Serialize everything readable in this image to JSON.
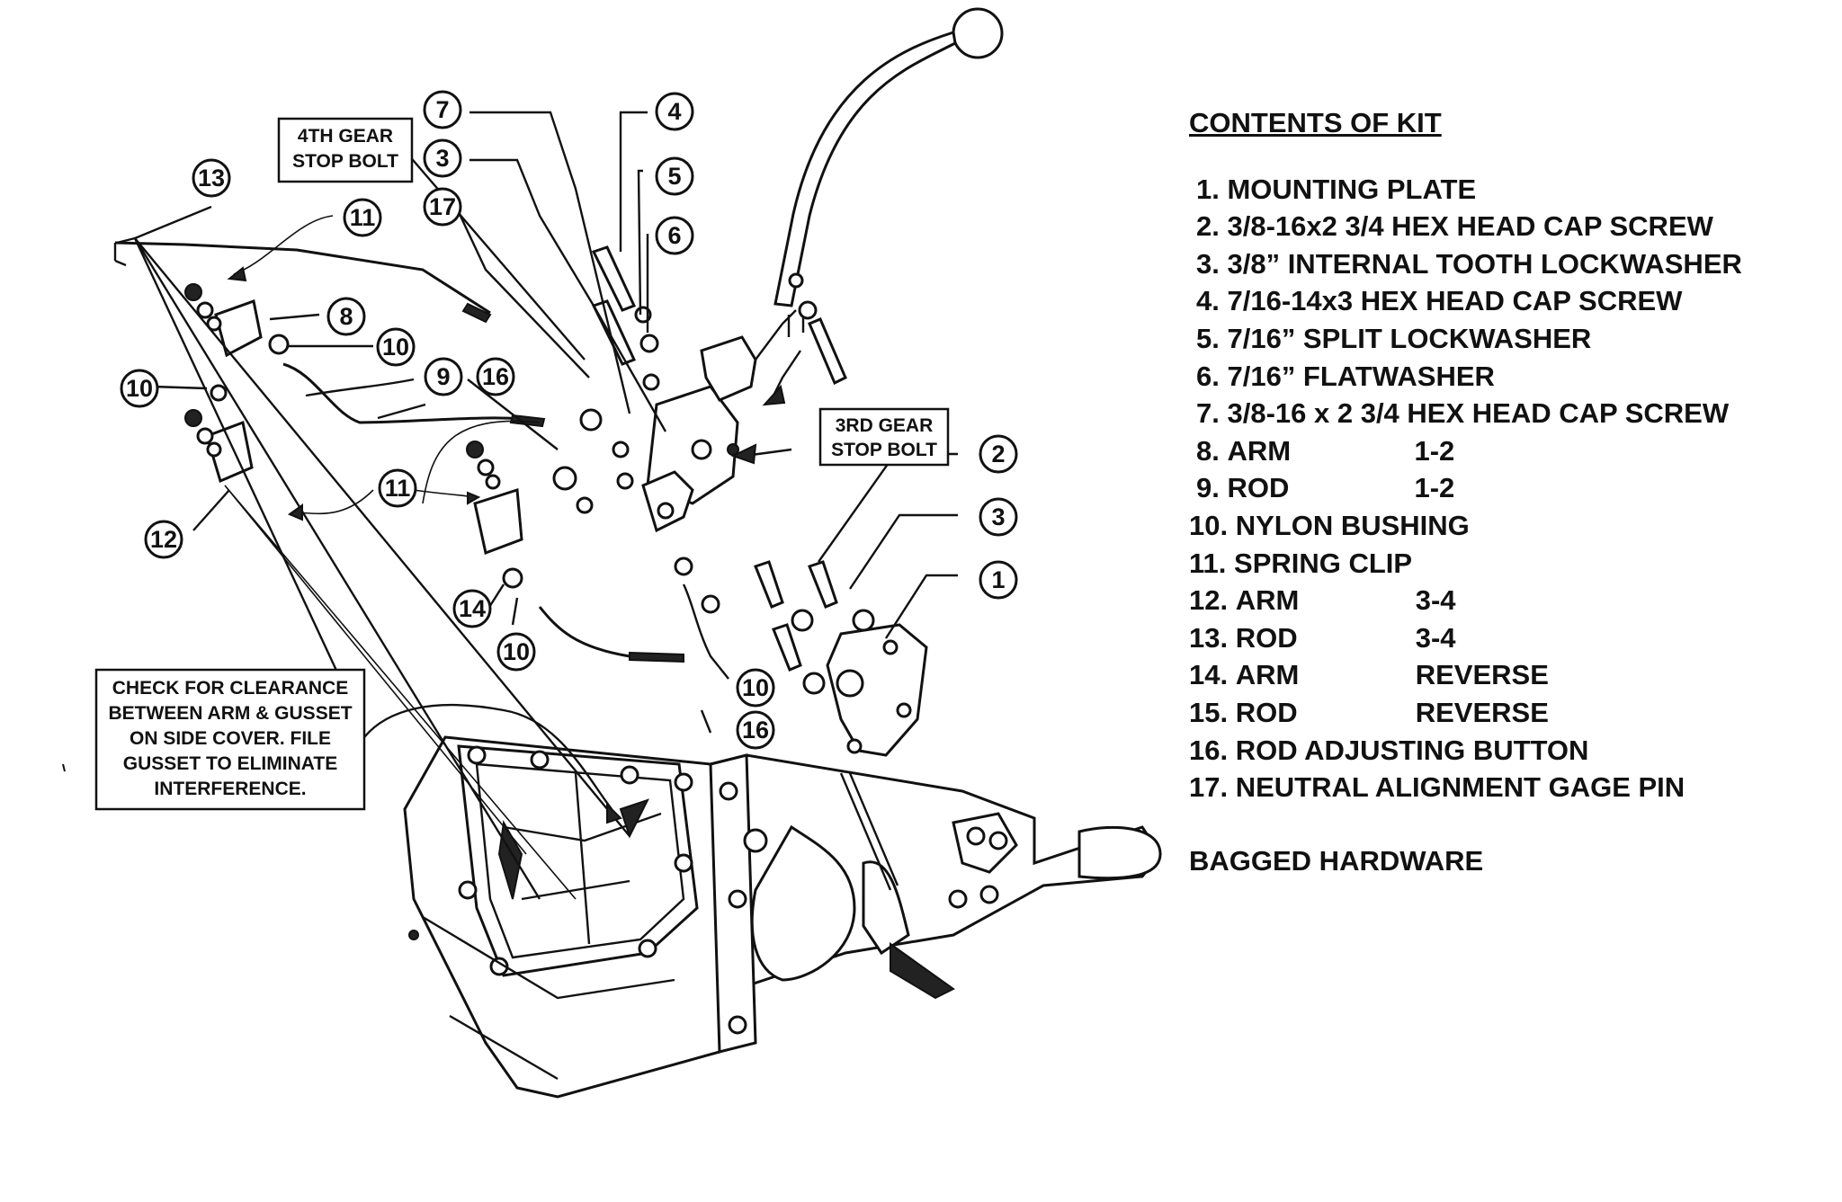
{
  "callout_boxes": {
    "fourth_gear": [
      "4TH GEAR",
      "STOP BOLT"
    ],
    "third_gear": [
      "3RD GEAR",
      "STOP BOLT"
    ],
    "clearance_note": [
      "CHECK FOR CLEARANCE",
      "BETWEEN ARM & GUSSET",
      "ON SIDE COVER. FILE",
      "GUSSET TO ELIMINATE",
      "INTERFERENCE."
    ]
  },
  "callout_numbers": [
    "13",
    "11",
    "8",
    "10",
    "10",
    "9",
    "16",
    "11",
    "12",
    "14",
    "10",
    "7",
    "3",
    "17",
    "4",
    "5",
    "6",
    "2",
    "3",
    "1",
    "10",
    "16"
  ],
  "kit": {
    "title": "CONTENTS OF KIT",
    "items": [
      {
        "num": "1.",
        "name": "MOUNTING PLATE",
        "spec": ""
      },
      {
        "num": "2.",
        "name": "3/8-16x2 3/4 HEX HEAD CAP SCREW",
        "spec": ""
      },
      {
        "num": "3.",
        "name": "3/8” INTERNAL TOOTH LOCKWASHER",
        "spec": ""
      },
      {
        "num": "4.",
        "name": "7/16-14x3 HEX HEAD CAP SCREW",
        "spec": ""
      },
      {
        "num": "5.",
        "name": "7/16” SPLIT LOCKWASHER",
        "spec": ""
      },
      {
        "num": "6.",
        "name": "7/16” FLATWASHER",
        "spec": ""
      },
      {
        "num": "7.",
        "name": "3/8-16 x 2 3/4 HEX HEAD CAP SCREW",
        "spec": ""
      },
      {
        "num": "8.",
        "name": "ARM",
        "spec": "1-2"
      },
      {
        "num": "9.",
        "name": "ROD",
        "spec": "1-2"
      },
      {
        "num": "10.",
        "name": "NYLON BUSHING",
        "spec": ""
      },
      {
        "num": "11.",
        "name": "SPRING CLIP",
        "spec": ""
      },
      {
        "num": "12.",
        "name": "ARM",
        "spec": "3-4"
      },
      {
        "num": "13.",
        "name": "ROD",
        "spec": "3-4"
      },
      {
        "num": "14.",
        "name": "ARM",
        "spec": "REVERSE"
      },
      {
        "num": "15.",
        "name": "ROD",
        "spec": "REVERSE"
      },
      {
        "num": "16.",
        "name": "ROD ADJUSTING BUTTON",
        "spec": ""
      },
      {
        "num": "17.",
        "name": "NEUTRAL ALIGNMENT GAGE PIN",
        "spec": ""
      }
    ],
    "footer": "BAGGED HARDWARE"
  }
}
